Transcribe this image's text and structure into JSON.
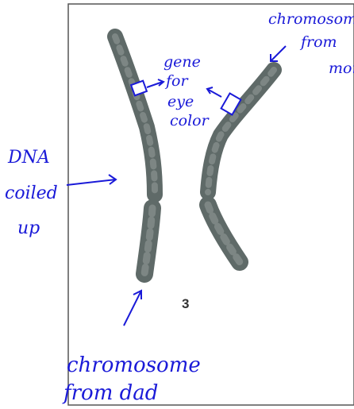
{
  "figure": {
    "chromosome_number": "3",
    "labels": {
      "gene": [
        "gene",
        "for",
        "eye",
        "color"
      ],
      "chromosome_mom": [
        "chromosome",
        "from",
        "mom"
      ],
      "dna": [
        "DNA",
        "coiled",
        "up"
      ],
      "chromosome_dad": [
        "chromosome",
        "from dad"
      ]
    }
  },
  "colors": {
    "ink": "#1a1ad8",
    "chromosome": "#5f6a68",
    "border": "#555555"
  }
}
